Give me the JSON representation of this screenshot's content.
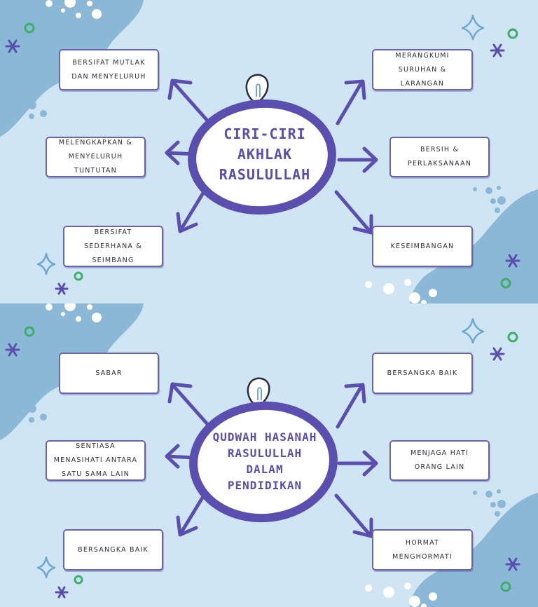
{
  "panel1": {
    "title": "CIRI-CIRI AKHLAK RASULULLAH",
    "boxes": {
      "top_left": "BERSIFAT MUTLAK DAN MENYELURUH",
      "mid_left": "MELENGKAPKAN & MENYELURUH TUNTUTAN",
      "bottom_left": "BERSIFAT SEDERHANA & SEIMBANG",
      "top_right": "MERANGKUMI SURUHAN & LARANGAN",
      "mid_right": "BERSIH & PERLAKSANAAN",
      "bottom_right": "KESEIMBANGAN"
    }
  },
  "panel2": {
    "title": "QUDWAH HASANAH RASULULLAH DALAM PENDIDIKAN",
    "boxes": {
      "top_left": "SABAR",
      "mid_left": "SENTIASA MENASIHATI ANTARA SATU SAMA LAIN",
      "bottom_left": "BERSANGKA BAIK",
      "top_right": "BERSANGKA BAIK",
      "mid_right": "MENJAGA HATI ORANG LAIN",
      "bottom_right": "HORMAT MENGHORMATI"
    }
  },
  "colors": {
    "background": "#cfe5f3",
    "blob": "#8ab8d6",
    "accent": "#5a4fae",
    "box_border": "#6b63b0",
    "green_ring": "#3fae6a"
  }
}
